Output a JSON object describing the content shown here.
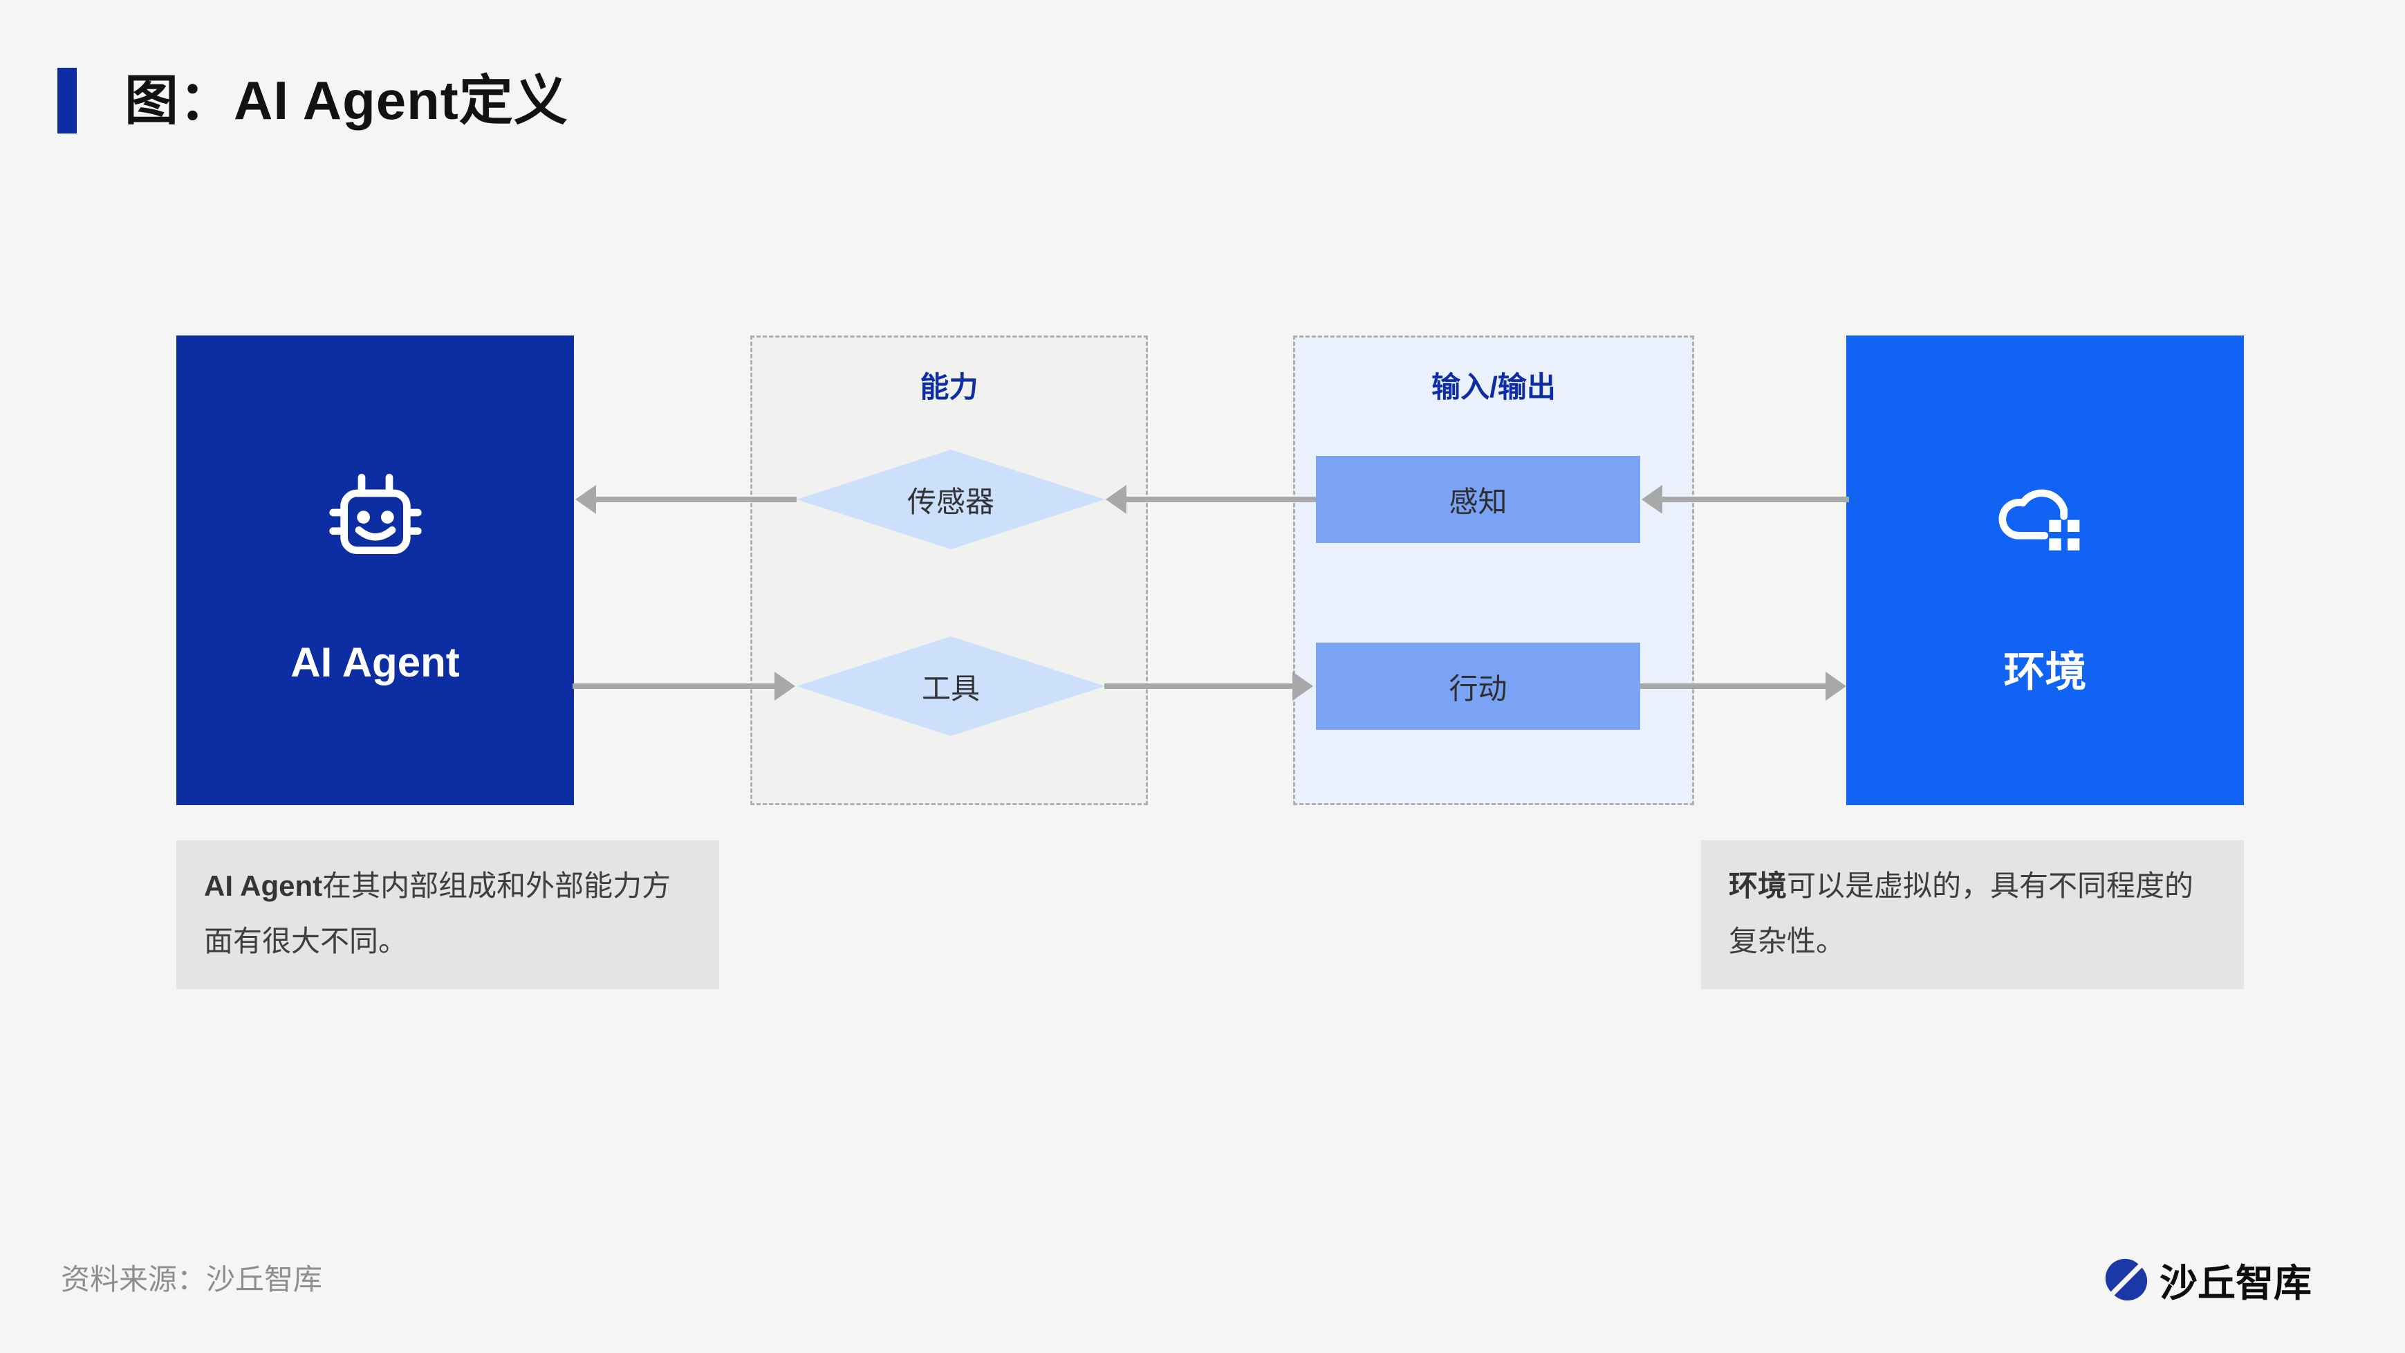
{
  "page": {
    "background": "#F5F5F3"
  },
  "header": {
    "title": "图：AI Agent定义",
    "accent_bar_color": "#0C2EA2"
  },
  "diagram": {
    "agent": {
      "label": "AI Agent",
      "icon": "robot-icon",
      "bg_color": "#0C2EA2"
    },
    "capability": {
      "title": "能力",
      "items": [
        {
          "label": "传感器",
          "shape": "diamond"
        },
        {
          "label": "工具",
          "shape": "diamond"
        }
      ],
      "bg_color": "#F1F1EF",
      "diamond_color": "#CCDFFB"
    },
    "io": {
      "title": "输入/输出",
      "items": [
        {
          "label": "感知",
          "shape": "rect"
        },
        {
          "label": "行动",
          "shape": "rect"
        }
      ],
      "bg_color": "#EAF1FC",
      "block_color": "#7AA3F5"
    },
    "environment": {
      "label": "环境",
      "icon": "cloud-icon",
      "bg_color": "#1163F4"
    },
    "arrows": {
      "color": "#A8A8A8",
      "flows": [
        {
          "from": "环境",
          "to": "感知",
          "direction": "left"
        },
        {
          "from": "感知",
          "to": "传感器",
          "direction": "left"
        },
        {
          "from": "传感器",
          "to": "AI Agent",
          "direction": "left"
        },
        {
          "from": "AI Agent",
          "to": "工具",
          "direction": "right"
        },
        {
          "from": "工具",
          "to": "行动",
          "direction": "right"
        },
        {
          "from": "行动",
          "to": "环境",
          "direction": "right"
        }
      ]
    },
    "group_title_color": "#0D2DA6"
  },
  "captions": {
    "left": {
      "bold": "AI Agent",
      "text": "在其内部组成和外部能力方面有很大不同。"
    },
    "right": {
      "bold": "环境",
      "text": "可以是虚拟的，具有不同程度的复杂性。"
    }
  },
  "footer": {
    "source": "资料来源：沙丘智库",
    "brand": "沙丘智库",
    "logo_color": "#1B38A6"
  }
}
